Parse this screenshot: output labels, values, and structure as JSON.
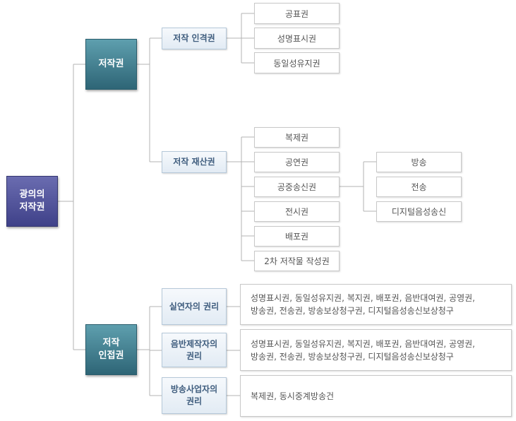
{
  "root": {
    "label": "광의의\n저작권"
  },
  "copyright": {
    "label": "저작권",
    "moral": {
      "label": "저작 인격권",
      "items": [
        "공표권",
        "성명표시권",
        "동일성유지권"
      ]
    },
    "property": {
      "label": "저작 재산권",
      "items": [
        "복제권",
        "공연권",
        "공중송신권",
        "전시권",
        "배포권",
        "2차 저작물 작성권"
      ],
      "transmission": [
        "방송",
        "전송",
        "디지털음성송신"
      ]
    }
  },
  "neighboring": {
    "label": "저작\n인접권",
    "performer": {
      "label": "실연자의 권리",
      "rights": "성명표시권, 동일성유지권, 복지권, 배포권, 음반대여권, 공영권,\n방송권, 전송권, 방송보상청구권, 디지털음성송신보상청구"
    },
    "producer": {
      "label": "음반제작자의\n권리",
      "rights": "성명표시권, 동일성유지권, 복지권, 배포권, 음반대여권, 공영권,\n방송권, 전송권, 방송보상청구권, 디지털음성송신보상청구"
    },
    "broadcaster": {
      "label": "방송사업자의\n권리",
      "rights": "복제권, 동시중계방송건"
    }
  }
}
